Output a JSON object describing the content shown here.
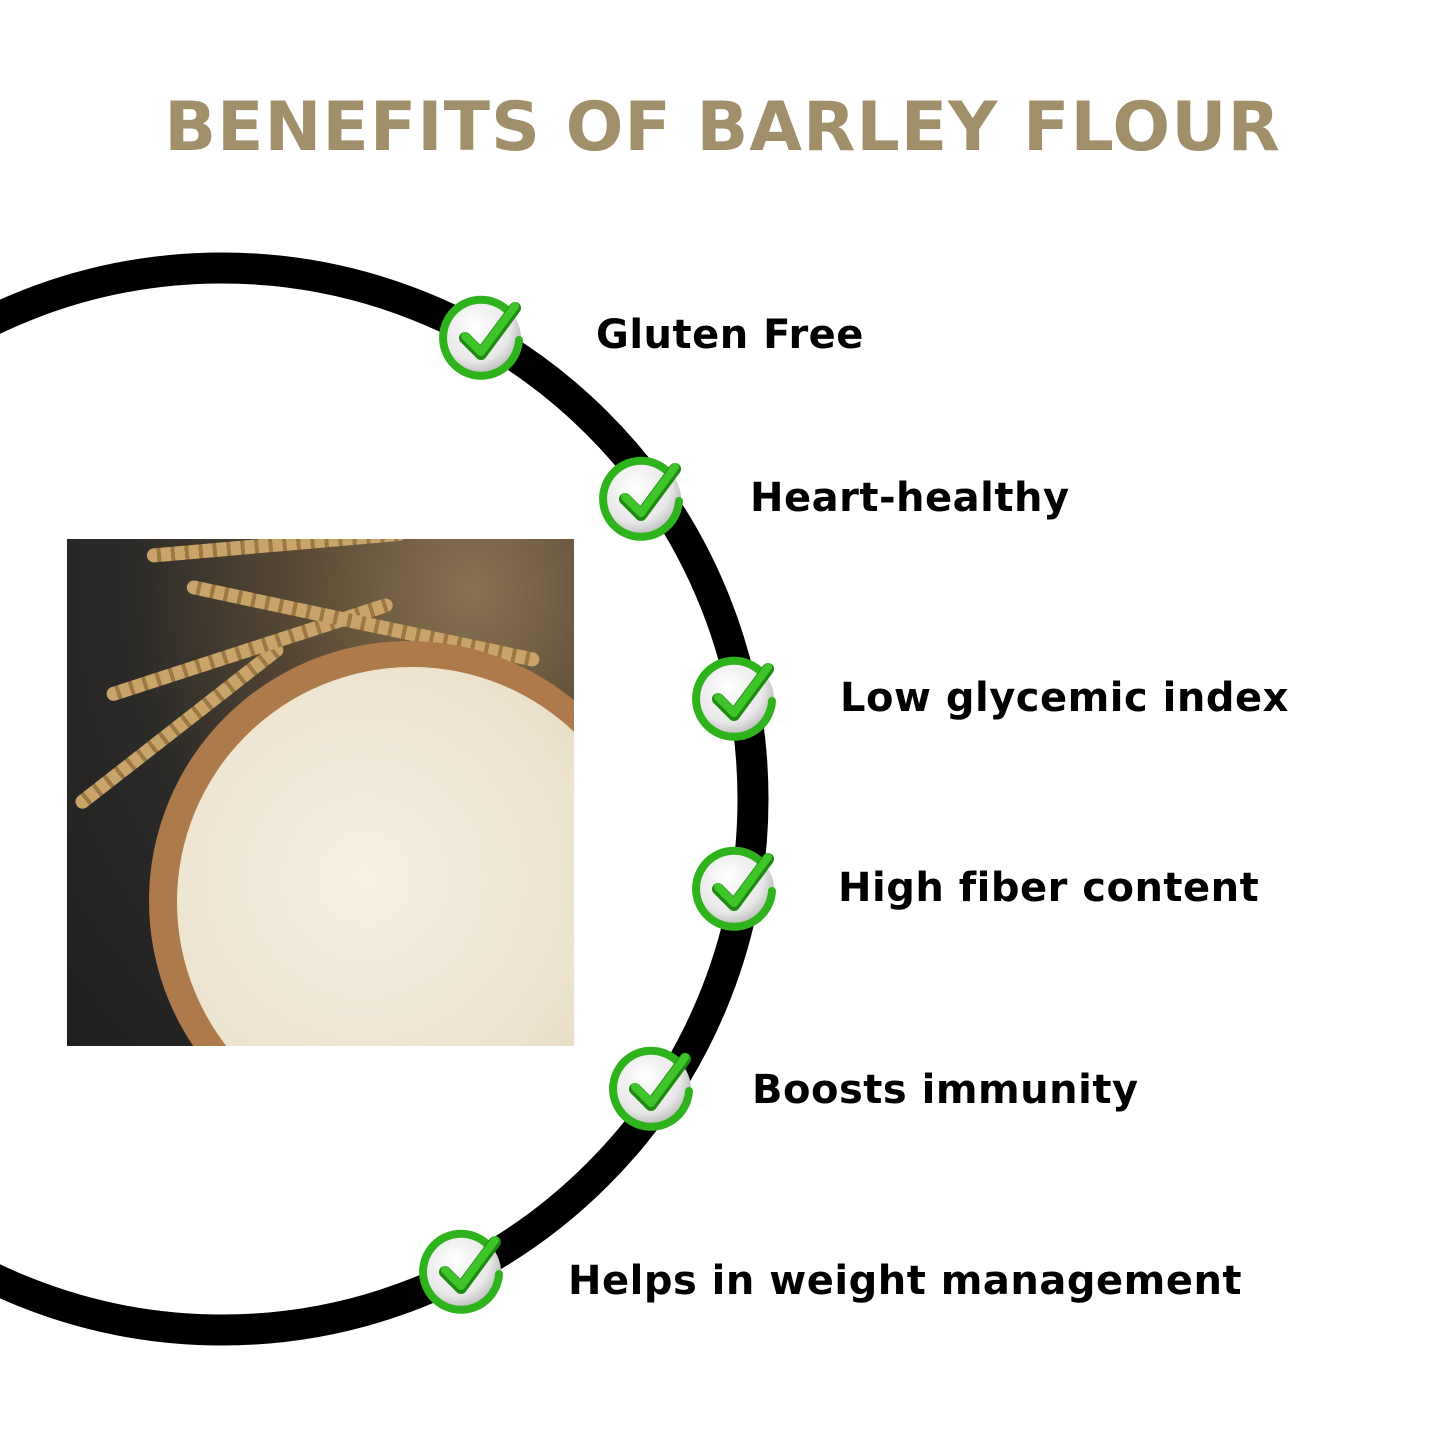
{
  "title": "BENEFITS OF BARLEY FLOUR",
  "image": {
    "icon": "barley-flour-bowl-photo"
  },
  "benefits": [
    {
      "label": "Gluten Free",
      "icon": "check-icon"
    },
    {
      "label": "Heart-healthy",
      "icon": "check-icon"
    },
    {
      "label": "Low glycemic index",
      "icon": "check-icon"
    },
    {
      "label": "High fiber content",
      "icon": "check-icon"
    },
    {
      "label": "Boosts immunity",
      "icon": "check-icon"
    },
    {
      "label": "Helps in weight management",
      "icon": "check-icon"
    }
  ],
  "colors": {
    "title": "#a18f69",
    "check": "#2fb31c",
    "ring": "#000000"
  }
}
